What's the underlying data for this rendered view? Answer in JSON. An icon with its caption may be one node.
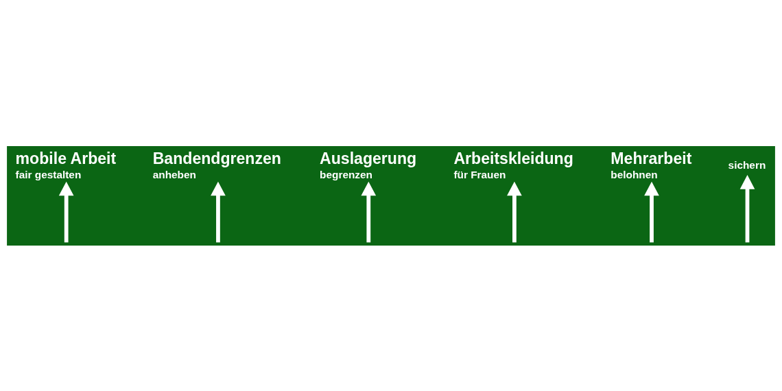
{
  "diagram": {
    "nodes": [
      {
        "text": [
          "mobile Arbeit",
          "fair gestalten"
        ]
      },
      {
        "text": [
          "Bandendgrenzen",
          "anheben"
        ]
      },
      {
        "text": [
          "Auslagerung",
          "begrenzen"
        ]
      },
      {
        "text": [
          "Arbeitskleidung",
          "für Frauen"
        ]
      },
      {
        "text": [
          "Mehrarbeit",
          "belohnen"
        ]
      },
      {
        "text": [
          "sichern"
        ]
      }
    ],
    "edges": [
      {
        "from": null,
        "to": 3,
        "arrow": "to"
      },
      {
        "from": null,
        "to": 2,
        "arrow": "to"
      },
      {
        "from": null,
        "to": 1,
        "arrow": "to"
      },
      {
        "from": null,
        "to": 0,
        "arrow": "to"
      },
      {
        "from": null,
        "to": 4,
        "arrow": "to"
      },
      {
        "from": null,
        "to": 5,
        "arrow": "to"
      }
    ]
  }
}
